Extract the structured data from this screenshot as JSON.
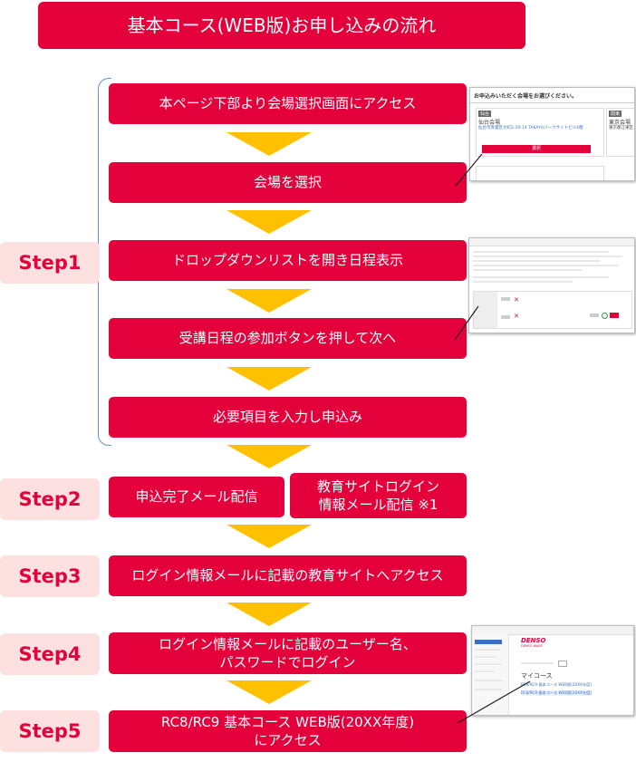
{
  "title": "基本コース(WEB版)お申し込みの流れ",
  "steps": {
    "step1": {
      "label": "Step1",
      "boxes": [
        "本ページ下部より会場選択画面にアクセス",
        "会場を選択",
        "ドロップダウンリストを開き日程表示",
        "受講日程の参加ボタンを押して次へ",
        "必要項目を入力し申込み"
      ]
    },
    "step2": {
      "label": "Step2",
      "box_a": "申込完了メール配信",
      "box_b_line1": "教育サイトログイン",
      "box_b_line2": "情報メール配信 ※1"
    },
    "step3": {
      "label": "Step3",
      "box": "ログイン情報メールに記載の教育サイトへアクセス"
    },
    "step4": {
      "label": "Step4",
      "box_line1": "ログイン情報メールに記載のユーザー名、",
      "box_line2": "パスワードでログイン"
    },
    "step5": {
      "label": "Step5",
      "box_line1": "RC8/RC9 基本コース WEB版(20XX年度)",
      "box_line2": "にアクセス"
    }
  },
  "screenshots": {
    "venue": {
      "header": "お申込みいただく会場をお選びください。",
      "card1_tag": "仙台",
      "card1_name": "仙台会場",
      "card1_addr": "仙台市青葉区大町2-10-14 TAKAYUパークサイドビル4階",
      "card2_tag": "関東",
      "card2_name": "東京会場",
      "card2_addr": "東京都江東区",
      "select_label": "選択"
    },
    "portal": {
      "brand": "DENSO",
      "brand_sub": "DENSO WAVE",
      "heading": "マイコース",
      "course1": "RC8/RC9 基本コース WEB版(20XX年度)",
      "course2": "RC8/RC9 基本コース WEB版(20XX年度)"
    }
  },
  "colors": {
    "primary": "#e4003b",
    "step_bg": "#fde0e0",
    "arrow": "#ffc000",
    "bracket": "#6d8fc7"
  }
}
